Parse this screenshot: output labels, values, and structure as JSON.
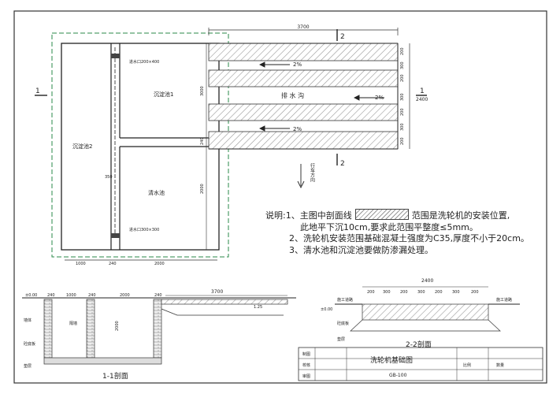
{
  "plan": {
    "overall_width": "3700",
    "overall_height": "2400",
    "pool_settle1": "沉淀池1",
    "pool_settle2": "沉淀池2",
    "pool_clear": "清水池",
    "inlet1": "进水口200×400",
    "inlet2": "进水口300×300",
    "drain": "排  水  沟",
    "slope": "2%",
    "dim_left_3000": "3000",
    "dim_left_2000": "2000",
    "dim_240": "240",
    "dim_350": "350",
    "dim_bottom": [
      "1000",
      "240",
      "2000"
    ],
    "dim_right": [
      "200",
      "300",
      "200",
      "300",
      "200",
      "300",
      "200"
    ],
    "section1_mark": "1",
    "section2_mark": "2",
    "direction": "行车方向"
  },
  "notes": {
    "line1a": "说明:1、主图中剖面线",
    "line1b": "范围是洗轮机的安装位置,",
    "line2": "此地平下沉10cm,要求此范围平整度≤5mm。",
    "line3": "2、洗轮机安装范围基础混凝土强度为C35,厚度不小于20cm。",
    "line4": "3、清水池和沉淀池要做防渗漏处理。"
  },
  "section11": {
    "title": "1-1剖面",
    "zero": "±0.00",
    "dims": [
      "240",
      "1000",
      "240",
      "2000",
      "240"
    ],
    "length": "3700",
    "labels": [
      "墙体",
      "隔墙",
      "砼底板",
      "垫层"
    ],
    "depth": "2000",
    "slope": "1.25"
  },
  "section22": {
    "title": "2-2剖面",
    "width": "2400",
    "dims": [
      "200",
      "300",
      "200",
      "300",
      "200",
      "300",
      "200"
    ],
    "zero": "±0.00",
    "labels": [
      "施工道路",
      "砼底板",
      "垫层",
      "施工道路"
    ]
  },
  "titleblock": {
    "title": "洗轮机基础图",
    "code": "GB-100",
    "rows": [
      "制图",
      "校核",
      "审图"
    ],
    "right": [
      "比例",
      "数量"
    ]
  }
}
